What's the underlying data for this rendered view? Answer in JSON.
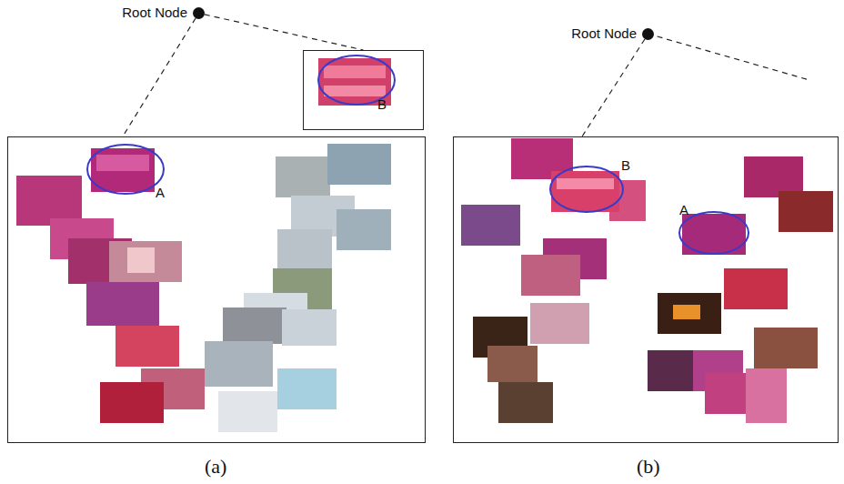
{
  "diagram": {
    "nodes": [
      {
        "text": [
          "Root Node"
        ]
      },
      {
        "text": [
          "A"
        ]
      },
      {
        "text": [
          "B"
        ]
      },
      {
        "text": [
          "Root Node"
        ]
      },
      {
        "text": [
          "B",
          "A"
        ]
      }
    ],
    "edges": [
      {
        "from": 0,
        "to": 1,
        "arrow": "none"
      },
      {
        "from": 0,
        "to": 2,
        "arrow": "none"
      },
      {
        "from": 3,
        "to": 4,
        "arrow": "none"
      }
    ],
    "labels": [
      "(a)",
      "(b)"
    ]
  }
}
